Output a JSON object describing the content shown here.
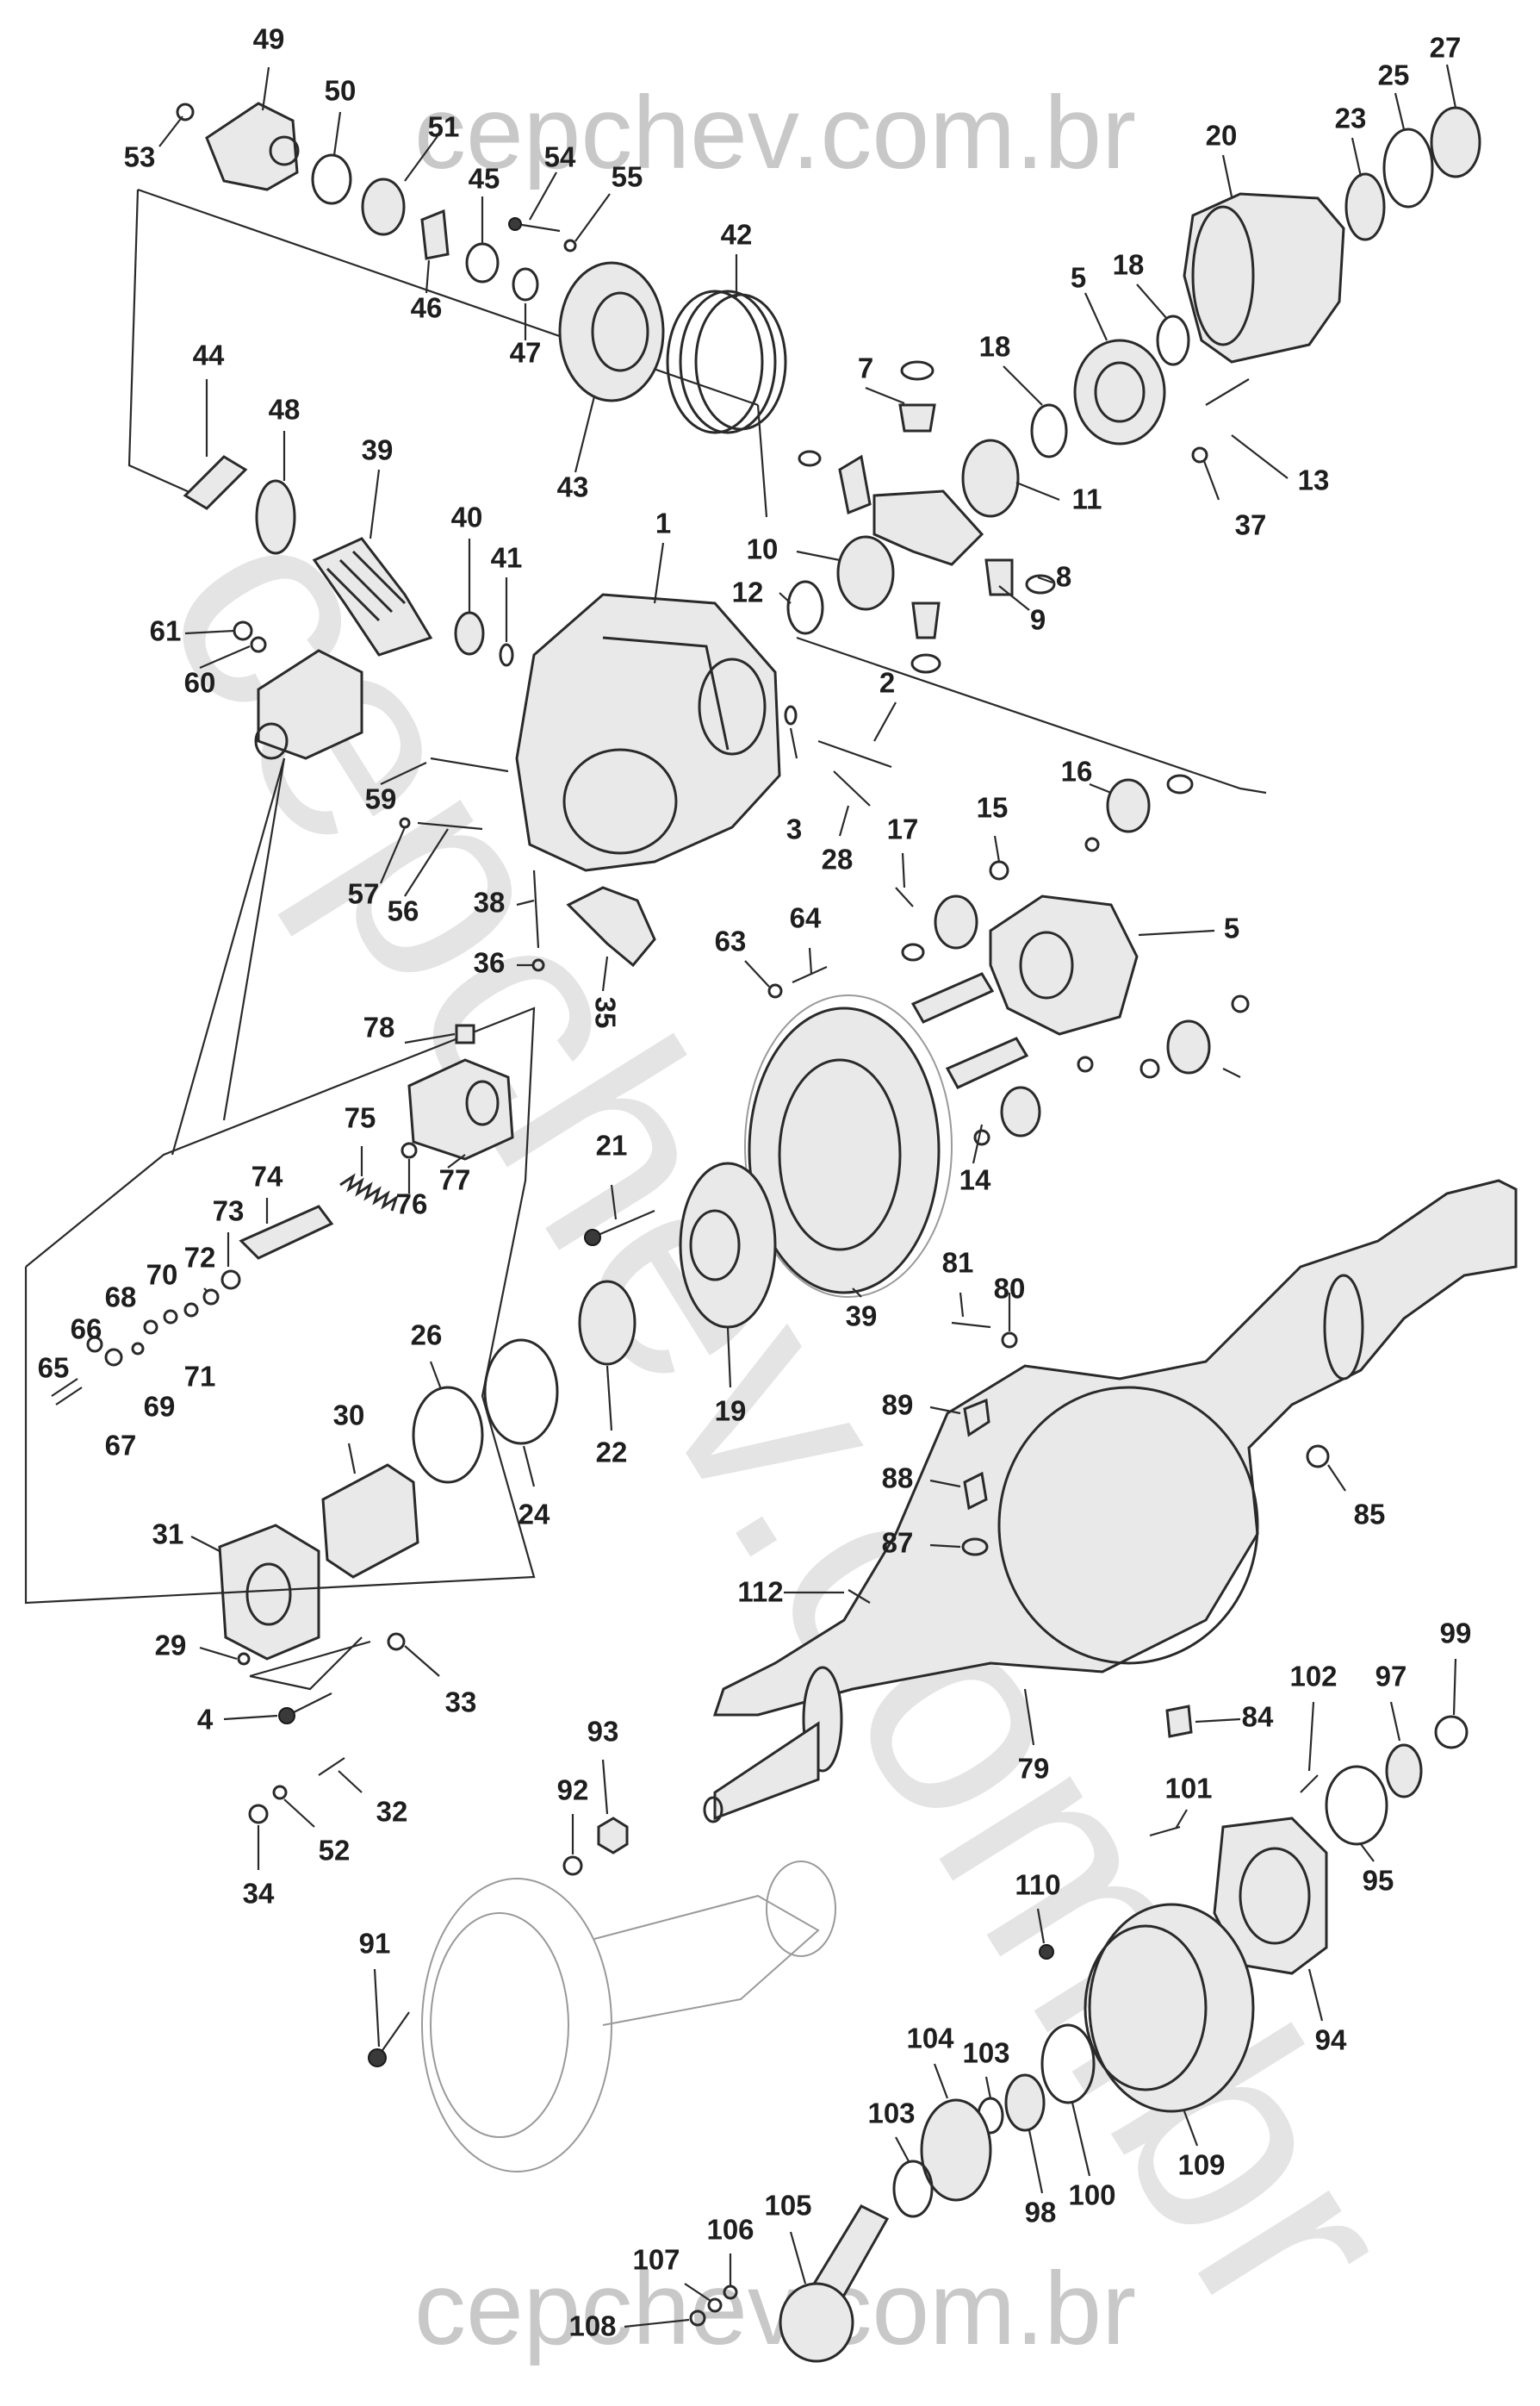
{
  "watermark": {
    "top": "cepchev.com.br",
    "bottom": "cepchev.com.br",
    "diagonal": "cepchev.com.br"
  },
  "labels": [
    {
      "id": "49",
      "text": "49"
    },
    {
      "id": "50",
      "text": "50"
    },
    {
      "id": "53",
      "text": "53"
    },
    {
      "id": "51",
      "text": "51"
    },
    {
      "id": "54",
      "text": "54"
    },
    {
      "id": "55",
      "text": "55"
    },
    {
      "id": "45",
      "text": "45"
    },
    {
      "id": "46",
      "text": "46"
    },
    {
      "id": "47",
      "text": "47"
    },
    {
      "id": "42",
      "text": "42"
    },
    {
      "id": "43",
      "text": "43"
    },
    {
      "id": "44",
      "text": "44"
    },
    {
      "id": "48",
      "text": "48"
    },
    {
      "id": "39a",
      "text": "39"
    },
    {
      "id": "40",
      "text": "40"
    },
    {
      "id": "41",
      "text": "41"
    },
    {
      "id": "1",
      "text": "1"
    },
    {
      "id": "61",
      "text": "61"
    },
    {
      "id": "60",
      "text": "60"
    },
    {
      "id": "59",
      "text": "59"
    },
    {
      "id": "57",
      "text": "57"
    },
    {
      "id": "56",
      "text": "56"
    },
    {
      "id": "38",
      "text": "38"
    },
    {
      "id": "36",
      "text": "36"
    },
    {
      "id": "35",
      "text": "35"
    },
    {
      "id": "27",
      "text": "27"
    },
    {
      "id": "25",
      "text": "25"
    },
    {
      "id": "23",
      "text": "23"
    },
    {
      "id": "20",
      "text": "20"
    },
    {
      "id": "5a",
      "text": "5"
    },
    {
      "id": "18a",
      "text": "18"
    },
    {
      "id": "18b",
      "text": "18"
    },
    {
      "id": "7",
      "text": "7"
    },
    {
      "id": "11",
      "text": "11"
    },
    {
      "id": "13",
      "text": "13"
    },
    {
      "id": "37",
      "text": "37"
    },
    {
      "id": "10",
      "text": "10"
    },
    {
      "id": "8",
      "text": "8"
    },
    {
      "id": "12",
      "text": "12"
    },
    {
      "id": "9",
      "text": "9"
    },
    {
      "id": "2",
      "text": "2"
    },
    {
      "id": "3",
      "text": "3"
    },
    {
      "id": "28",
      "text": "28"
    },
    {
      "id": "16",
      "text": "16"
    },
    {
      "id": "15",
      "text": "15"
    },
    {
      "id": "17",
      "text": "17"
    },
    {
      "id": "5b",
      "text": "5"
    },
    {
      "id": "63",
      "text": "63"
    },
    {
      "id": "64",
      "text": "64"
    },
    {
      "id": "14",
      "text": "14"
    },
    {
      "id": "78",
      "text": "78"
    },
    {
      "id": "75",
      "text": "75"
    },
    {
      "id": "76",
      "text": "76"
    },
    {
      "id": "77",
      "text": "77"
    },
    {
      "id": "74",
      "text": "74"
    },
    {
      "id": "73",
      "text": "73"
    },
    {
      "id": "72",
      "text": "72"
    },
    {
      "id": "70",
      "text": "70"
    },
    {
      "id": "68",
      "text": "68"
    },
    {
      "id": "66",
      "text": "66"
    },
    {
      "id": "65",
      "text": "65"
    },
    {
      "id": "71",
      "text": "71"
    },
    {
      "id": "69",
      "text": "69"
    },
    {
      "id": "67",
      "text": "67"
    },
    {
      "id": "21",
      "text": "21"
    },
    {
      "id": "39b",
      "text": "39"
    },
    {
      "id": "19",
      "text": "19"
    },
    {
      "id": "22",
      "text": "22"
    },
    {
      "id": "26",
      "text": "26"
    },
    {
      "id": "24",
      "text": "24"
    },
    {
      "id": "30",
      "text": "30"
    },
    {
      "id": "31",
      "text": "31"
    },
    {
      "id": "29",
      "text": "29"
    },
    {
      "id": "4",
      "text": "4"
    },
    {
      "id": "33",
      "text": "33"
    },
    {
      "id": "32",
      "text": "32"
    },
    {
      "id": "34",
      "text": "34"
    },
    {
      "id": "52",
      "text": "52"
    },
    {
      "id": "81",
      "text": "81"
    },
    {
      "id": "80",
      "text": "80"
    },
    {
      "id": "89",
      "text": "89"
    },
    {
      "id": "88",
      "text": "88"
    },
    {
      "id": "87",
      "text": "87"
    },
    {
      "id": "112",
      "text": "112"
    },
    {
      "id": "85",
      "text": "85"
    },
    {
      "id": "84",
      "text": "84"
    },
    {
      "id": "79",
      "text": "79"
    },
    {
      "id": "93",
      "text": "93"
    },
    {
      "id": "92",
      "text": "92"
    },
    {
      "id": "102",
      "text": "102"
    },
    {
      "id": "97",
      "text": "97"
    },
    {
      "id": "99",
      "text": "99"
    },
    {
      "id": "101",
      "text": "101"
    },
    {
      "id": "95",
      "text": "95"
    },
    {
      "id": "94",
      "text": "94"
    },
    {
      "id": "110",
      "text": "110"
    },
    {
      "id": "91",
      "text": "91"
    },
    {
      "id": "104",
      "text": "104"
    },
    {
      "id": "103a",
      "text": "103"
    },
    {
      "id": "103b",
      "text": "103"
    },
    {
      "id": "100",
      "text": "100"
    },
    {
      "id": "109",
      "text": "109"
    },
    {
      "id": "98",
      "text": "98"
    },
    {
      "id": "105",
      "text": "105"
    },
    {
      "id": "106",
      "text": "106"
    },
    {
      "id": "107",
      "text": "107"
    },
    {
      "id": "108",
      "text": "108"
    }
  ]
}
